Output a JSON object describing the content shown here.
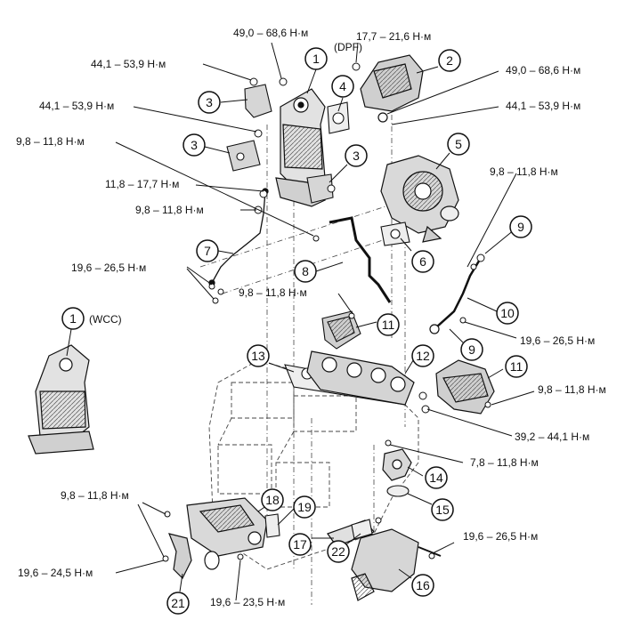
{
  "torques": {
    "t01": "49,0 – 68,6 Н·м",
    "t02": "17,7 – 21,6 Н·м",
    "t03": "44,1 – 53,9 Н·м",
    "t04": "49,0 – 68,6 Н·м",
    "t05": "44,1 – 53,9 Н·м",
    "t06": "44,1 – 53,9 Н·м",
    "t07": "9,8 – 11,8 Н·м",
    "t08": "9,8 – 11,8 Н·м",
    "t09": "11,8 – 17,7 Н·м",
    "t10": "9,8 – 11,8 Н·м",
    "t11": "19,6 – 26,5 Н·м",
    "t12": "9,8 – 11,8 Н·м",
    "t13": "19,6 – 26,5 Н·м",
    "t14": "9,8 – 11,8 Н·м",
    "t15": "39,2 – 44,1 Н·м",
    "t16": "7,8 – 11,8 Н·м",
    "t17": "9,8 – 11,8 Н·м",
    "t18": "19,6 – 26,5 Н·м",
    "t19": "19,6 – 24,5 Н·м",
    "t20": "19,6 – 23,5 Н·м"
  },
  "tags": {
    "dpf": "(DPF)",
    "wcc": "(WCC)"
  },
  "callouts": [
    "1",
    "2",
    "3",
    "4",
    "3",
    "3",
    "5",
    "7",
    "8",
    "6",
    "9",
    "10",
    "11",
    "9",
    "1",
    "13",
    "12",
    "11",
    "14",
    "15",
    "18",
    "19",
    "17",
    "22",
    "16",
    "21"
  ]
}
